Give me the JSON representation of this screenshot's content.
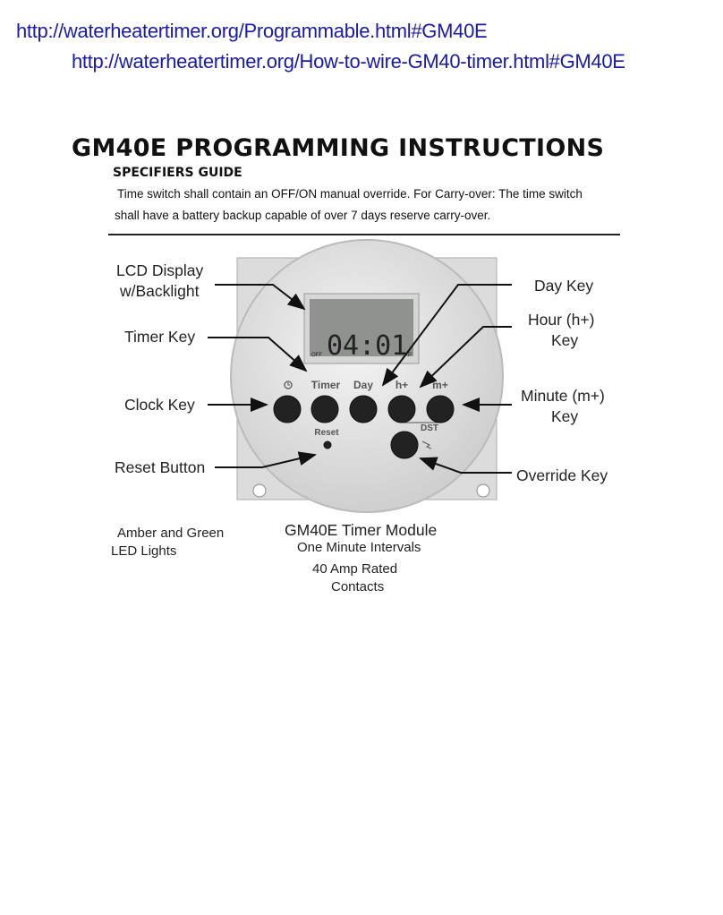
{
  "links": [
    "http://waterheatertimer.org/Programmable.html#GM40E",
    "http://waterheatertimer.org/How-to-wire-GM40-timer.html#GM40E"
  ],
  "title": "GM40E PROGRAMMING INSTRUCTIONS",
  "subtitle": "SPECIFIERS GUIDE",
  "paragraph": [
    "Time switch shall contain an OFF/ON manual override. For Carry-over: The time switch",
    "shall have a battery backup capable of over 7 days reserve carry-over."
  ],
  "callouts": {
    "lcd": [
      "LCD Display",
      "w/Backlight"
    ],
    "timer": "Timer Key",
    "clock": "Clock Key",
    "reset": "Reset Button",
    "day": "Day Key",
    "hour": [
      "Hour (h+)",
      "Key"
    ],
    "minute": [
      "Minute (m+)",
      "Key"
    ],
    "override": "Override Key"
  },
  "device": {
    "display_time": "04:01",
    "display_off": "OFF",
    "display_pm": "P",
    "keys": [
      "Timer",
      "Day",
      "h+",
      "m+"
    ],
    "clock_icon": "clock-icon",
    "reset_label": "Reset",
    "dst_label": "DST",
    "override_icon": "hand-icon"
  },
  "captions": {
    "led": [
      "Amber and Green",
      "LED Lights"
    ],
    "module": "GM40E Timer Module",
    "intervals": "One Minute Intervals",
    "rated": [
      "40 Amp Rated",
      "Contacts"
    ]
  },
  "colors": {
    "link": "#1a1aa8"
  }
}
